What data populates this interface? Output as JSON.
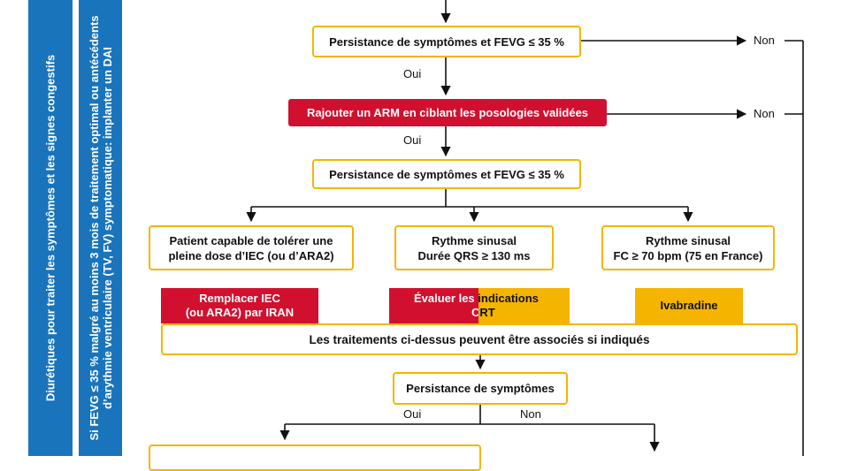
{
  "sidebar": {
    "left_text": "Diurétiques pour traiter les symptômes et les signes congestifs",
    "right_line1": "Si FEVG ≤ 35 % malgré au moins 3 mois de traitement optimal ou antécédents",
    "right_line2": "d’arythmie ventriculaire (TV, FV) symptomatique: implanter un DAI"
  },
  "flow": {
    "q1": "Persistance de symptômes et FEVG ≤ 35 %",
    "q1_no": "Non",
    "q1_yes": "Oui",
    "add_arm": "Rajouter un ARM en ciblant les posologies validées",
    "add_arm_no": "Non",
    "add_arm_yes": "Oui",
    "q2": "Persistance de symptômes et FEVG ≤ 35 %",
    "branch1_line1": "Patient capable de tolérer une",
    "branch1_line2": "pleine dose d’IEC (ou d’ARA2)",
    "branch2_line1": "Rythme sinusal",
    "branch2_line2": "Durée QRS ≥ 130 ms",
    "branch3_line1": "Rythme sinusal",
    "branch3_line2": "FC ≥ 70 bpm (75 en France)",
    "action1_line1": "Remplacer IEC",
    "action1_line2": "(ou ARA2) par IRAN",
    "action2_line1": "Évaluer les indications",
    "action2_line2": "CRT",
    "action3": "Ivabradine",
    "combine": "Les traitements ci-dessus peuvent être associés si indiqués",
    "q3": "Persistance de symptômes",
    "q3_yes": "Oui",
    "q3_no": "Non"
  },
  "colors": {
    "sidebar": "#1a74bc",
    "box_border": "#f5b400",
    "action_red": "#d1102f",
    "action_yellow": "#f5b400",
    "arrow": "#111111"
  }
}
